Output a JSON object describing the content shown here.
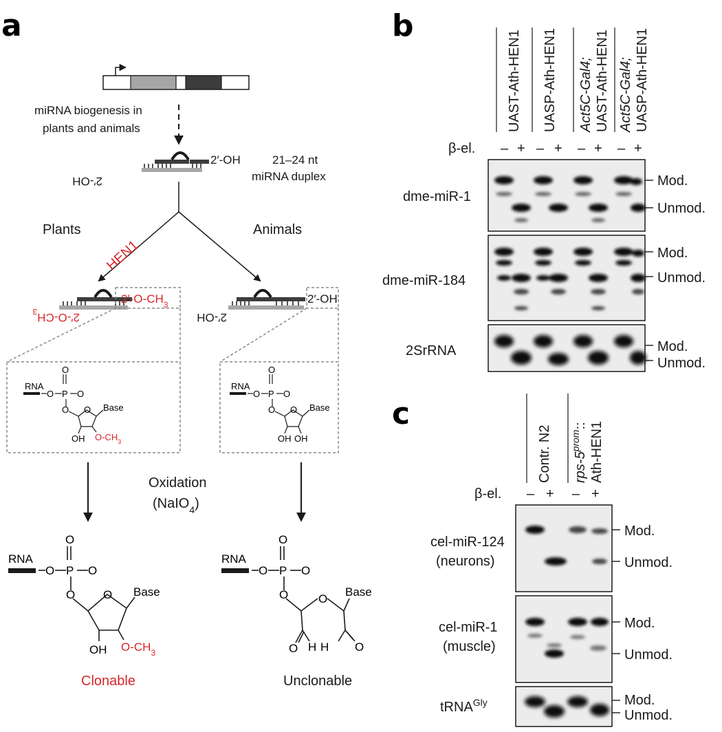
{
  "panel_a": {
    "letter": "a",
    "biogenesis_line1": "miRNA biogenesis in",
    "biogenesis_line2": "plants and animals",
    "duplex_line1": "21–24 nt",
    "duplex_line2": "miRNA duplex",
    "oh_label": "2′-OH",
    "plants": "Plants",
    "animals": "Animals",
    "hen1": "HEN1",
    "och3_label": "2′-O-CH",
    "och3_sub": "3",
    "oxidation_line1": "Oxidation",
    "oxidation_line2_pre": "(NaIO",
    "oxidation_line2_sub": "4",
    "oxidation_line2_post": ")",
    "rna": "RNA",
    "base": "Base",
    "oh": "OH",
    "o_ch3": "O-CH",
    "o_ch3_sub": "3",
    "atom_o": "O",
    "atom_p": "P",
    "atom_h": "H",
    "clonable": "Clonable",
    "unclonable": "Unclonable",
    "colors": {
      "red": "#d7262b",
      "light_gray_exon": "#a6a6a6",
      "dark_gray_exon": "#3c3c3c"
    }
  },
  "panel_b": {
    "letter": "b",
    "columns": [
      "UAST-Ath-HEN1",
      "UASP-Ath-HEN1",
      "Act5C-Gal4;",
      "UAST-Ath-HEN1",
      "Act5C-Gal4;",
      "UASP-Ath-HEN1"
    ],
    "beta_el": "β-el.",
    "minus": "–",
    "plus": "+",
    "rows": [
      "dme-miR-1",
      "dme-miR-184",
      "2SrRNA"
    ],
    "mod": "Mod.",
    "unmod": "Unmod."
  },
  "panel_c": {
    "letter": "c",
    "columns": [
      "Contr. N2",
      "rps-5",
      "prom",
      "::",
      "Ath-HEN1"
    ],
    "beta_el": "β-el.",
    "minus": "–",
    "plus": "+",
    "rows": [
      "cel-miR-124",
      "(neurons)",
      "cel-miR-1",
      "(muscle)",
      "tRNA",
      "Gly"
    ],
    "mod": "Mod.",
    "unmod": "Unmod."
  }
}
